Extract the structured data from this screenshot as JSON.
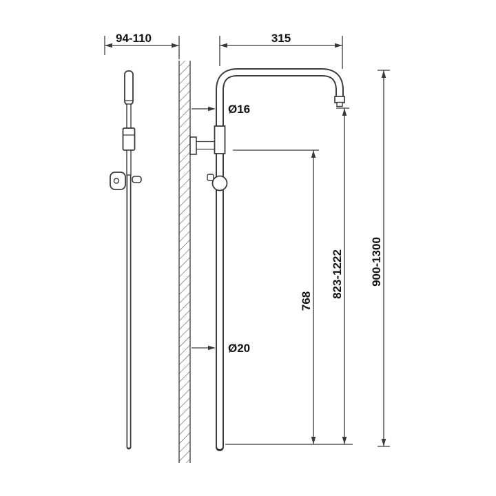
{
  "labels": {
    "wall_offset": "94-110",
    "arm_reach": "315",
    "upper_pipe_diameter": "Ø16",
    "lower_pipe_diameter": "Ø20",
    "rail_height": "768",
    "outlet_height": "823-1222",
    "total_height": "900-1300"
  },
  "colors": {
    "line": "#3a3a3a",
    "text": "#111111",
    "background": "#ffffff"
  }
}
